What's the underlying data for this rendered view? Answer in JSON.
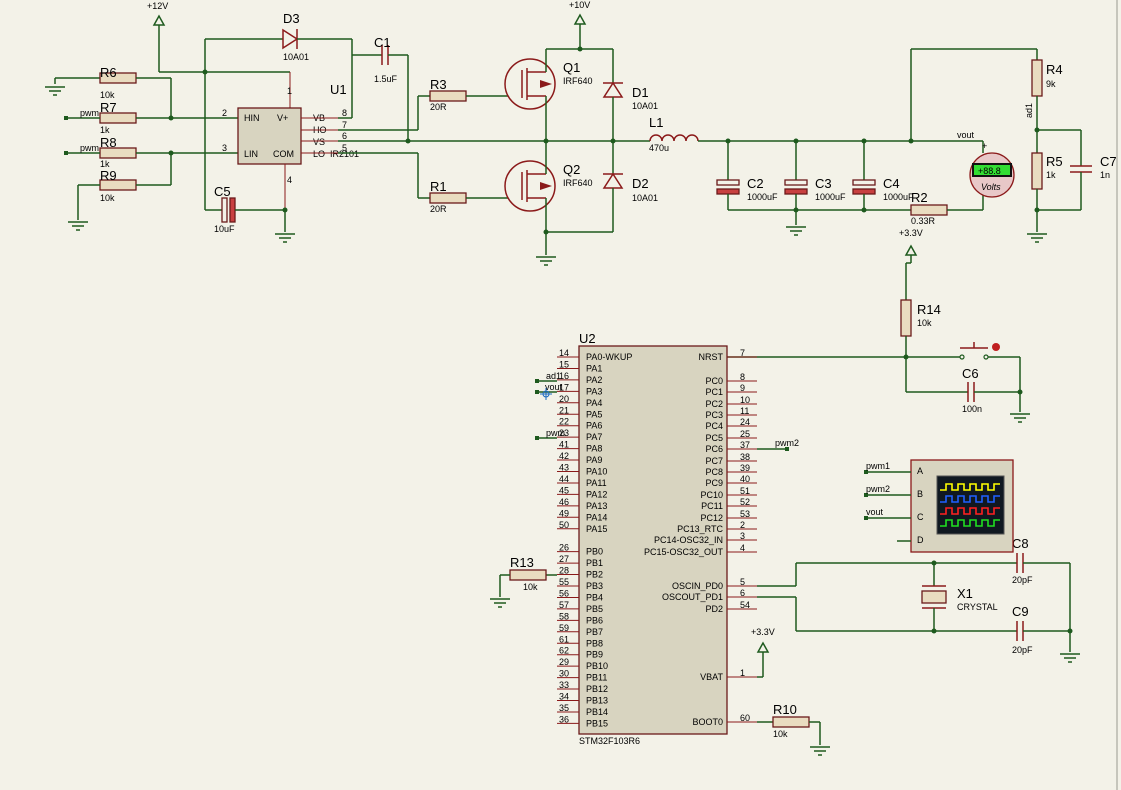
{
  "rails": {
    "v12": "+12V",
    "v10": "+10V",
    "v33a": "+3.3V",
    "v33b": "+3.3V",
    "v33c": "+3.3V"
  },
  "components": {
    "R6": {
      "ref": "R6",
      "value": "10k"
    },
    "R7": {
      "ref": "R7",
      "value": "1k"
    },
    "R8": {
      "ref": "R8",
      "value": "1k"
    },
    "R9": {
      "ref": "R9",
      "value": "10k"
    },
    "D3": {
      "ref": "D3",
      "value": "10A01"
    },
    "C1": {
      "ref": "C1",
      "value": "1.5uF"
    },
    "U1": {
      "ref": "U1",
      "value": "IR2101"
    },
    "C5": {
      "ref": "C5",
      "value": "10uF"
    },
    "R3": {
      "ref": "R3",
      "value": "20R"
    },
    "R1": {
      "ref": "R1",
      "value": "20R"
    },
    "Q1": {
      "ref": "Q1",
      "value": "IRF640"
    },
    "Q2": {
      "ref": "Q2",
      "value": "IRF640"
    },
    "D1": {
      "ref": "D1",
      "value": "10A01"
    },
    "D2": {
      "ref": "D2",
      "value": "10A01"
    },
    "L1": {
      "ref": "L1",
      "value": "470u"
    },
    "C2": {
      "ref": "C2",
      "value": "1000uF"
    },
    "C3": {
      "ref": "C3",
      "value": "1000uF"
    },
    "C4": {
      "ref": "C4",
      "value": "1000uF"
    },
    "R2": {
      "ref": "R2",
      "value": "0.33R"
    },
    "R4": {
      "ref": "R4",
      "value": "9k"
    },
    "R5": {
      "ref": "R5",
      "value": "1k"
    },
    "C7": {
      "ref": "C7",
      "value": "1n"
    },
    "R14": {
      "ref": "R14",
      "value": "10k"
    },
    "C6": {
      "ref": "C6",
      "value": "100n"
    },
    "U2": {
      "ref": "U2",
      "value": "STM32F103R6"
    },
    "R13": {
      "ref": "R13",
      "value": "10k"
    },
    "C8": {
      "ref": "C8",
      "value": "20pF"
    },
    "C9": {
      "ref": "C9",
      "value": "20pF"
    },
    "X1": {
      "ref": "X1",
      "value": "CRYSTAL"
    },
    "R10": {
      "ref": "R10",
      "value": "10k"
    }
  },
  "u1_pins": {
    "left": [
      {
        "num": "2",
        "name": "HIN"
      },
      {
        "num": "3",
        "name": "LIN"
      }
    ],
    "top": [
      {
        "num": "1",
        "name": "V+"
      }
    ],
    "bottom": [
      {
        "num": "4",
        "name": "COM"
      }
    ],
    "right": [
      {
        "num": "8",
        "name": "VB"
      },
      {
        "num": "7",
        "name": "HO"
      },
      {
        "num": "6",
        "name": "VS"
      },
      {
        "num": "5",
        "name": "LO"
      }
    ]
  },
  "u2_left_pins": [
    {
      "num": "14",
      "name": "PA0-WKUP"
    },
    {
      "num": "15",
      "name": "PA1"
    },
    {
      "num": "16",
      "name": "PA2"
    },
    {
      "num": "17",
      "name": "PA3"
    },
    {
      "num": "20",
      "name": "PA4"
    },
    {
      "num": "21",
      "name": "PA5"
    },
    {
      "num": "22",
      "name": "PA6"
    },
    {
      "num": "23",
      "name": "PA7"
    },
    {
      "num": "41",
      "name": "PA8"
    },
    {
      "num": "42",
      "name": "PA9"
    },
    {
      "num": "43",
      "name": "PA10"
    },
    {
      "num": "44",
      "name": "PA11"
    },
    {
      "num": "45",
      "name": "PA12"
    },
    {
      "num": "46",
      "name": "PA13"
    },
    {
      "num": "49",
      "name": "PA14"
    },
    {
      "num": "50",
      "name": "PA15"
    },
    {
      "num": "26",
      "name": "PB0"
    },
    {
      "num": "27",
      "name": "PB1"
    },
    {
      "num": "28",
      "name": "PB2"
    },
    {
      "num": "55",
      "name": "PB3"
    },
    {
      "num": "56",
      "name": "PB4"
    },
    {
      "num": "57",
      "name": "PB5"
    },
    {
      "num": "58",
      "name": "PB6"
    },
    {
      "num": "59",
      "name": "PB7"
    },
    {
      "num": "61",
      "name": "PB8"
    },
    {
      "num": "62",
      "name": "PB9"
    },
    {
      "num": "29",
      "name": "PB10"
    },
    {
      "num": "30",
      "name": "PB11"
    },
    {
      "num": "33",
      "name": "PB12"
    },
    {
      "num": "34",
      "name": "PB13"
    },
    {
      "num": "35",
      "name": "PB14"
    },
    {
      "num": "36",
      "name": "PB15"
    }
  ],
  "u2_right_pins": [
    {
      "num": "7",
      "name": "NRST"
    },
    {
      "num": "8",
      "name": "PC0"
    },
    {
      "num": "9",
      "name": "PC1"
    },
    {
      "num": "10",
      "name": "PC2"
    },
    {
      "num": "11",
      "name": "PC3"
    },
    {
      "num": "24",
      "name": "PC4"
    },
    {
      "num": "25",
      "name": "PC5"
    },
    {
      "num": "37",
      "name": "PC6"
    },
    {
      "num": "38",
      "name": "PC7"
    },
    {
      "num": "39",
      "name": "PC8"
    },
    {
      "num": "40",
      "name": "PC9"
    },
    {
      "num": "51",
      "name": "PC10"
    },
    {
      "num": "52",
      "name": "PC11"
    },
    {
      "num": "53",
      "name": "PC12"
    },
    {
      "num": "2",
      "name": "PC13_RTC"
    },
    {
      "num": "3",
      "name": "PC14-OSC32_IN"
    },
    {
      "num": "4",
      "name": "PC15-OSC32_OUT"
    },
    {
      "num": "5",
      "name": "OSCIN_PD0"
    },
    {
      "num": "6",
      "name": "OSCOUT_PD1"
    },
    {
      "num": "54",
      "name": "PD2"
    },
    {
      "num": "1",
      "name": "VBAT"
    },
    {
      "num": "60",
      "name": "BOOT0"
    }
  ],
  "net_labels": {
    "pwm_r7": "pwm",
    "pwm_r8": "pwm",
    "vout": "vout",
    "ad1_r4": "ad1",
    "u2_ad1": "ad1",
    "u2_vout": "vout",
    "u2_pwm": "pwm",
    "u2_pwm2": "pwm2",
    "scope_pwm1": "pwm1",
    "scope_pwm2": "pwm2",
    "scope_vout": "vout"
  },
  "scope": {
    "channels": [
      "A",
      "B",
      "C",
      "D"
    ],
    "trace_colors": [
      "#ffff00",
      "#2060ff",
      "#ff2020",
      "#20e020"
    ]
  },
  "voltmeter": {
    "display": "+88.8",
    "unit": "Volts"
  }
}
